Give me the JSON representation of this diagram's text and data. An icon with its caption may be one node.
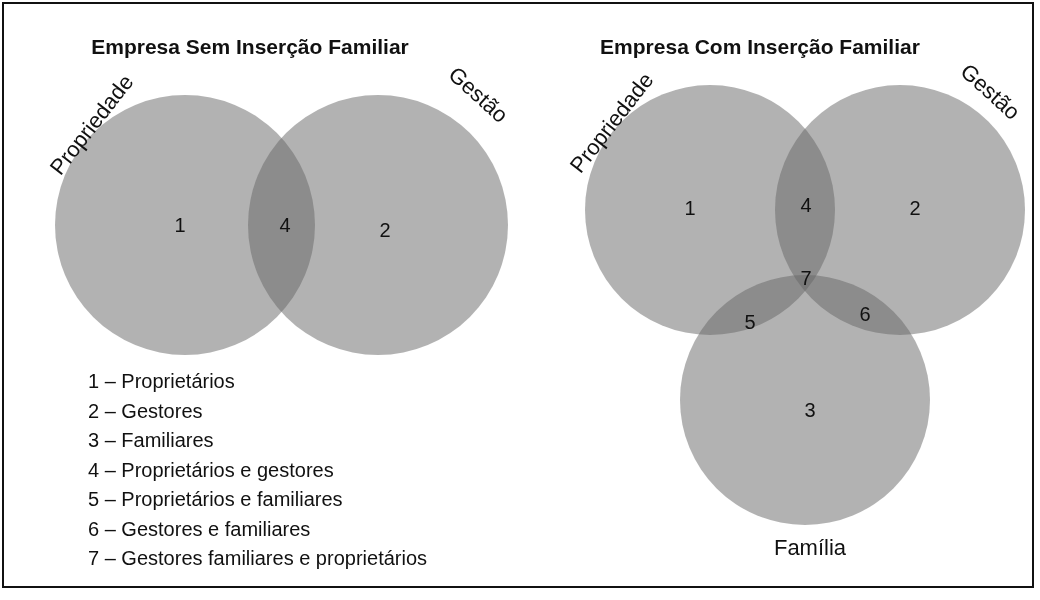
{
  "diagram": {
    "nodes": [
      {
        "text": [
          "Propriedade"
        ]
      },
      {
        "text": [
          "Gestão"
        ]
      },
      {
        "text": [
          "Propriedade"
        ]
      },
      {
        "text": [
          "Gestão"
        ]
      },
      {
        "text": [
          "Família"
        ]
      }
    ],
    "labels": [
      "Empresa Sem Inserção Familiar",
      "Empresa Com Inserção Familiar",
      "1",
      "4",
      "2",
      "1",
      "4",
      "2",
      "7",
      "5",
      "6",
      "3",
      "1 – Proprietários",
      "2 – Gestores",
      "3 – Familiares",
      "4 – Proprietários e gestores",
      "5 – Proprietários e familiares",
      "6 – Gestores e familiares",
      "7 – Gestores familiares e proprietários"
    ]
  }
}
